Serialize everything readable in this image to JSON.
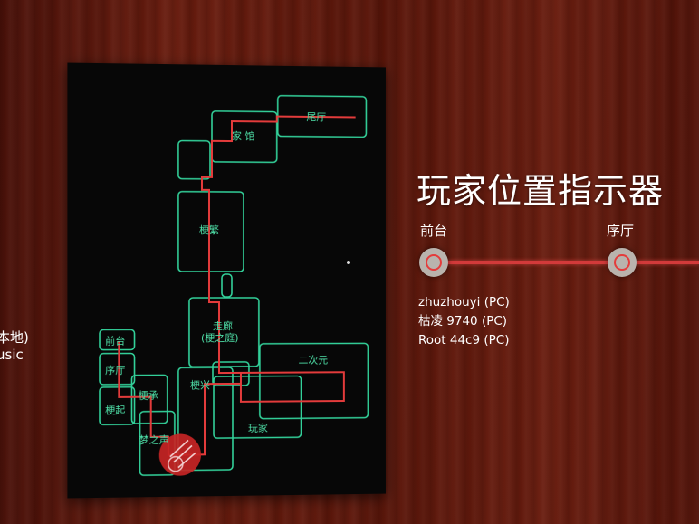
{
  "panel": {
    "title": "玩家位置指示器",
    "stops": [
      {
        "label": "前台"
      },
      {
        "label": "序厅"
      }
    ],
    "players": [
      "zhuzhouyi (PC)",
      "枯凌 9740 (PC)",
      "Root 44c9 (PC)"
    ]
  },
  "left_fragment": {
    "line1": "本地)",
    "line2": "usic"
  },
  "map": {
    "rooms": {
      "weiting": "尾厅",
      "jiaguan": "家 馆",
      "gengzi": "梗繁",
      "zoulang1": "走廊",
      "zoulang2": "(梗之庭)",
      "erciyuan": "二次元",
      "qiantai": "前台",
      "xuting": "序厅",
      "gengqi": "梗起",
      "gengcheng": "梗承",
      "gengxing": "梗兴",
      "wanjia": "玩家",
      "mengzhisheng": "梦之声"
    }
  },
  "colors": {
    "room_outline": "#33d19a",
    "path": "#e33b3b",
    "marker": "#d42a2a"
  }
}
